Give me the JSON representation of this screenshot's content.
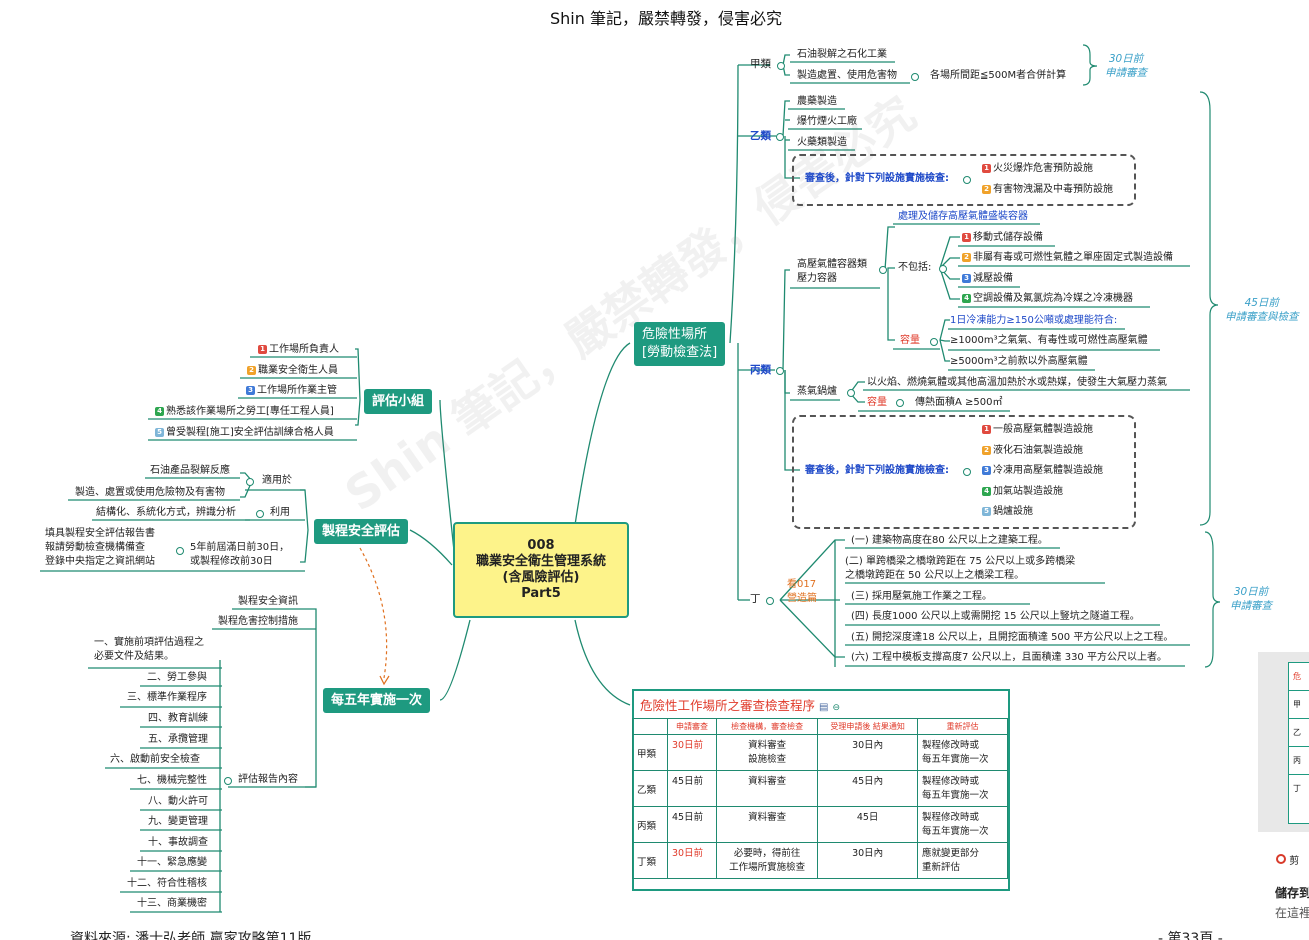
{
  "header": {
    "title": "Shin 筆記，嚴禁轉發，侵害必究"
  },
  "footer": {
    "source": "資料來源: 潘士弘老師 贏家攻略第11版",
    "page": "- 第33頁 -"
  },
  "watermark": "Shin 筆記，嚴禁轉發，侵害必究",
  "center": {
    "l1": "008",
    "l2": "職業安全衛生管理系統",
    "l3": "(含風險評估)",
    "l4": "Part5"
  },
  "assess_team": {
    "label": "評估小組",
    "items": [
      "工作場所負責人",
      "職業安全衛生人員",
      "工作場所作業主管",
      "熟悉該作業場所之勞工[專任工程人員]",
      "曾受製程[施工]安全評估訓練合格人員"
    ],
    "nums": [
      "1",
      "2",
      "3",
      "4",
      "5"
    ]
  },
  "process_eval": {
    "label": "製程安全評估",
    "apply": "適用於",
    "apply_items": [
      "石油產品裂解反應",
      "製造、處置或使用危險物及有害物"
    ],
    "use": "利用",
    "use_item": "結構化、系統化方式，辨識分析",
    "report": "填具製程安全評估報告書\n報請勞動檢查機構備查\n登錄中央指定之資訊網站",
    "report_time": "5年前屆滿日前30日，\n或製程修改前30日"
  },
  "five_year": {
    "label": "每五年實施一次",
    "top_items": [
      "製程安全資訊",
      "製程危害控制措施"
    ],
    "report_content": "評估報告內容",
    "items": [
      "一、實施前項評估過程之\n必要文件及結果。",
      "二、勞工參與",
      "三、標準作業程序",
      "四、教育訓練",
      "五、承攬管理",
      "六、啟動前安全檢查",
      "七、機械完整性",
      "八、動火許可",
      "九、變更管理",
      "十、事故調查",
      "十一、緊急應變",
      "十二、符合性稽核",
      "十三、商業機密"
    ]
  },
  "danger": {
    "label": "危險性場所\n[勞動檢查法]",
    "jia": {
      "label": "甲類",
      "items": [
        "石油裂解之石化工業",
        "製造處置、使用危害物"
      ],
      "extra": "各場所間距≦500M者合併計算",
      "note": "30日前\n申請審查"
    },
    "yi": {
      "label": "乙類",
      "items": [
        "農藥製造",
        "爆竹煙火工廠",
        "火藥類製造"
      ],
      "review": "審查後，針對下列設施實施檢查:",
      "review_items": [
        "火災爆炸危害預防設施",
        "有害物洩漏及中毒預防設施"
      ],
      "nums": [
        "1",
        "2"
      ]
    },
    "bing": {
      "label": "丙類",
      "vessel": "高壓氣體容器類\n壓力容器",
      "vessel_top": "處理及儲存高壓氣體盛裝容器",
      "exclude": "不包括:",
      "exclude_items": [
        "移動式儲存設備",
        "非屬有毒或可燃性氣體之單座固定式製造設備",
        "減壓設備",
        "空調設備及氟氯烷為冷媒之冷凍機器"
      ],
      "capacity": "容量",
      "cap_items": [
        "1日冷凍能力≥150公噸或處理能符合:",
        "≥1000m³之氣氣、有毒性或可燃性高壓氣體",
        "≥5000m³之前款以外高壓氣體"
      ],
      "boiler": "蒸氣鍋爐",
      "boiler_desc": "以火焰、燃燒氣體或其他高溫加熱於水或熱媒，使發生大氣壓力蒸氣",
      "boiler_cap": "容量",
      "boiler_cap_val": "傳熱面積A ≥500㎡",
      "review": "審查後，針對下列設施實施檢查:",
      "review_items": [
        "一般高壓氣體製造設施",
        "液化石油氣製造設施",
        "冷凍用高壓氣體製造設施",
        "加氣站製造設施",
        "鍋爐設施"
      ],
      "nums": [
        "1",
        "2",
        "3",
        "4",
        "5"
      ],
      "note": "45日前\n申請審查與檢查"
    },
    "ding": {
      "label": "丁",
      "ref": "看017\n營造篇",
      "items": [
        "(一) 建築物高度在80 公尺以上之建築工程。",
        "(二) 單跨橋梁之橋墩跨距在 75 公尺以上或多跨橋梁\n之橋墩跨距在 50 公尺以上之橋梁工程。",
        "(三) 採用壓氣施工作業之工程。",
        "(四) 長度1000 公尺以上或需開挖 15 公尺以上豎坑之隧道工程。",
        "(五) 開挖深度達18 公尺以上，且開挖面積達 500 平方公尺以上之工程。",
        "(六) 工程中模板支撐高度7 公尺以上，且面積達 330 平方公尺以上者。"
      ],
      "note": "30日前\n申請審查"
    }
  },
  "table": {
    "title": "危險性工作場所之審查檢查程序",
    "headers": [
      "",
      "申請審查",
      "檢查機構，審查檢查",
      "受理申請後 結果通知",
      "重新評估"
    ],
    "rows": [
      [
        "甲類",
        "30日前",
        "資料審查\n設施檢查",
        "30日內",
        "製程修改時或\n每五年實施一次"
      ],
      [
        "乙類",
        "45日前",
        "資料審查",
        "45日內",
        "製程修改時或\n每五年實施一次"
      ],
      [
        "丙類",
        "45日前",
        "資料審查",
        "45日",
        "製程修改時或\n每五年實施一次"
      ],
      [
        "丁類",
        "30日前",
        "必要時，得前往\n工作場所實施檢查",
        "30日內",
        "應就變更部分\n重新評估"
      ]
    ]
  },
  "side_panel": {
    "row_labels": [
      "危",
      "甲",
      "乙",
      "丙",
      "丁"
    ],
    "icon_text": "剪",
    "save": "儲存到",
    "hint": "在這裡"
  },
  "colors": {
    "accent": "#1e9a80",
    "line": "#1f8a70",
    "center_fill": "#fdf38a",
    "red": "#e03b2b",
    "blue": "#1e49c8",
    "note": "#3aa0c8"
  }
}
